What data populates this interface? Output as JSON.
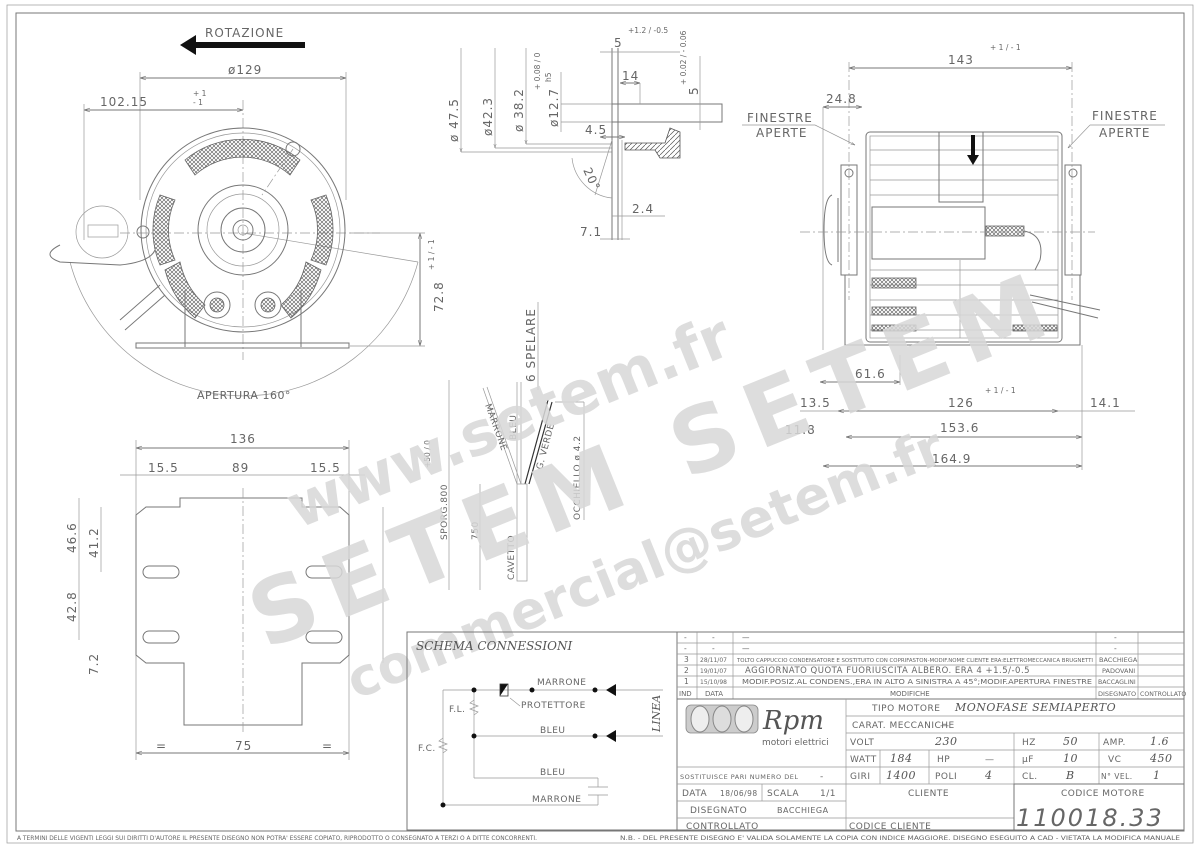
{
  "front_view": {
    "rotation_label": "ROTAZIONE",
    "dim_diameter": "ø129",
    "dim_width": "102.15",
    "dim_width_tol_plus": "+ 1",
    "dim_width_tol_minus": "- 1",
    "dim_height": "72.8",
    "dim_height_tol": "+ 1 / - 1",
    "opening_label": "APERTURA 160°"
  },
  "shaft_detail": {
    "d1": "ø 47.5",
    "d2": "ø42.3",
    "d3": "ø 38.2",
    "d3_tol": "+ 0.08 / 0",
    "d4": "ø12.7",
    "d4_tol": "h5",
    "len_5": "5",
    "len_5_tol": "+1.2 / -0.5",
    "len_14": "14",
    "len_5b": "5",
    "len_5b_tol": "+ 0.02 / - 0.06",
    "len_4_5": "4.5",
    "angle": "20°",
    "len_2_4": "2.4",
    "len_7_1": "7.1"
  },
  "side_view": {
    "dim_143": "143",
    "dim_143_tol": "+ 1 / - 1",
    "dim_24_8": "24.8",
    "window_left_1": "FINESTRE",
    "window_left_2": "APERTE",
    "window_right_1": "FINESTRE",
    "window_right_2": "APERTE",
    "dim_61_6": "61.6",
    "dim_13_5": "13.5",
    "dim_126": "126",
    "dim_14_1": "14.1",
    "dim_11_8": "11.8",
    "dim_153_6": "153.6",
    "dim_164_9": "164.9",
    "tol": "+ 1 / - 1"
  },
  "cable_detail": {
    "spelare": "6 SPELARE",
    "marrone": "MARRONE",
    "bleu": "BLEU",
    "giallo_verde": "G. VERDE",
    "occhiello": "OCCHIELLO ø 4.2",
    "sporg": "SPORG.800",
    "sporg_tol": "+50 / 0",
    "len_750": "750",
    "cavetto": "CAVETTO"
  },
  "base_plate": {
    "dim_136": "136",
    "dim_15_5_left": "15.5",
    "dim_89": "89",
    "dim_15_5_right": "15.5",
    "dim_46_6": "46.6",
    "dim_41_2": "41.2",
    "dim_42_8": "42.8",
    "dim_7_2": "7.2",
    "dim_75": "75",
    "eq_left": "=",
    "eq_right": "="
  },
  "schema": {
    "title": "SCHEMA CONNESSIONI",
    "marrone_top": "MARRONE",
    "protettore": "PROTETTORE",
    "fl": "F.L.",
    "fc": "F.C.",
    "bleu_mid": "BLEU",
    "bleu_low": "BLEU",
    "marrone_low": "MARRONE",
    "linea": "LINEA"
  },
  "revisions": {
    "headers": {
      "ind": "IND",
      "data": "DATA",
      "modifiche": "MODIFICHE",
      "disegnato": "DISEGNATO",
      "controllato": "CONTROLLATO"
    },
    "rows": [
      {
        "ind": "-",
        "data": "-",
        "mod": "—",
        "dis": "-",
        "con": ""
      },
      {
        "ind": "-",
        "data": "-",
        "mod": "—",
        "dis": "-",
        "con": ""
      },
      {
        "ind": "3",
        "data": "28/11/07",
        "mod": "TOLTO CAPPUCCIO CONDENSATORE E SOSTITUITO CON COPRIFASTON-MODIF.NOME CLIENTE ERA:ELETTROMECCANICA BRUGNETTI",
        "dis": "BACCHIEGA",
        "con": ""
      },
      {
        "ind": "2",
        "data": "19/01/07",
        "mod": "AGGIORNATO QUOTA FUORIUSCITA ALBERO. ERA 4 +1.5/-0.5",
        "dis": "PADOVANI",
        "con": ""
      },
      {
        "ind": "1",
        "data": "15/10/98",
        "mod": "MODIF.POSIZ.AL CONDENS.,ERA IN ALTO A SINISTRA A 45°;MODIF.APERTURA FINESTRE",
        "dis": "BACCAGLINI",
        "con": ""
      }
    ]
  },
  "title_block": {
    "logo_text": "Rpm",
    "logo_sub": "motori elettrici",
    "tipo_motore_label": "TIPO MOTORE",
    "tipo_motore_value": "MONOFASE SEMIAPERTO",
    "carat_label": "CARAT. MECCANICHE",
    "carat_value": "—",
    "volt_label": "VOLT",
    "volt_value": "230",
    "hz_label": "HZ",
    "hz_value": "50",
    "amp_label": "AMP.",
    "amp_value": "1.6",
    "watt_label": "WATT",
    "watt_value": "184",
    "hp_label": "HP",
    "hp_value": "—",
    "uf_label": "µF",
    "uf_value": "10",
    "vc_label": "VC",
    "vc_value": "450",
    "giri_label": "GIRI",
    "giri_value": "1400",
    "poli_label": "POLI",
    "poli_value": "4",
    "cl_label": "CL.",
    "cl_value": "B",
    "nvel_label": "N° VEL.",
    "nvel_value": "1",
    "sostituisce_label": "SOSTITUISCE PARI NUMERO DEL",
    "sostituisce_value": "-",
    "data_label": "DATA",
    "data_value": "18/06/98",
    "scala_label": "SCALA",
    "scala_value": "1/1",
    "disegnato_label": "DISEGNATO",
    "disegnato_value": "BACCHIEGA",
    "controllato_label": "CONTROLLATO",
    "cliente_label": "CLIENTE",
    "codice_cliente_label": "CODICE CLIENTE",
    "codice_motore_label": "CODICE MOTORE",
    "codice_motore_value": "110018.33"
  },
  "footer": {
    "left": "A TERMINI DELLE VIGENTI LEGGI SUI DIRITTI D'AUTORE IL PRESENTE DISEGNO NON POTRA' ESSERE COPIATO, RIPRODOTTO O CONSEGNATO A TERZI O A DITTE CONCORRENTI.",
    "right": "N.B. - DEL PRESENTE DISEGNO E' VALIDA SOLAMENTE LA COPIA CON INDICE MAGGIORE.   DISEGNO ESEGUITO A CAD - VIETATA LA MODIFICA MANUALE"
  },
  "watermark": {
    "line1": "www.setem.fr",
    "line2": "SETEM SETEM",
    "line3": "commercial@setem.fr"
  }
}
